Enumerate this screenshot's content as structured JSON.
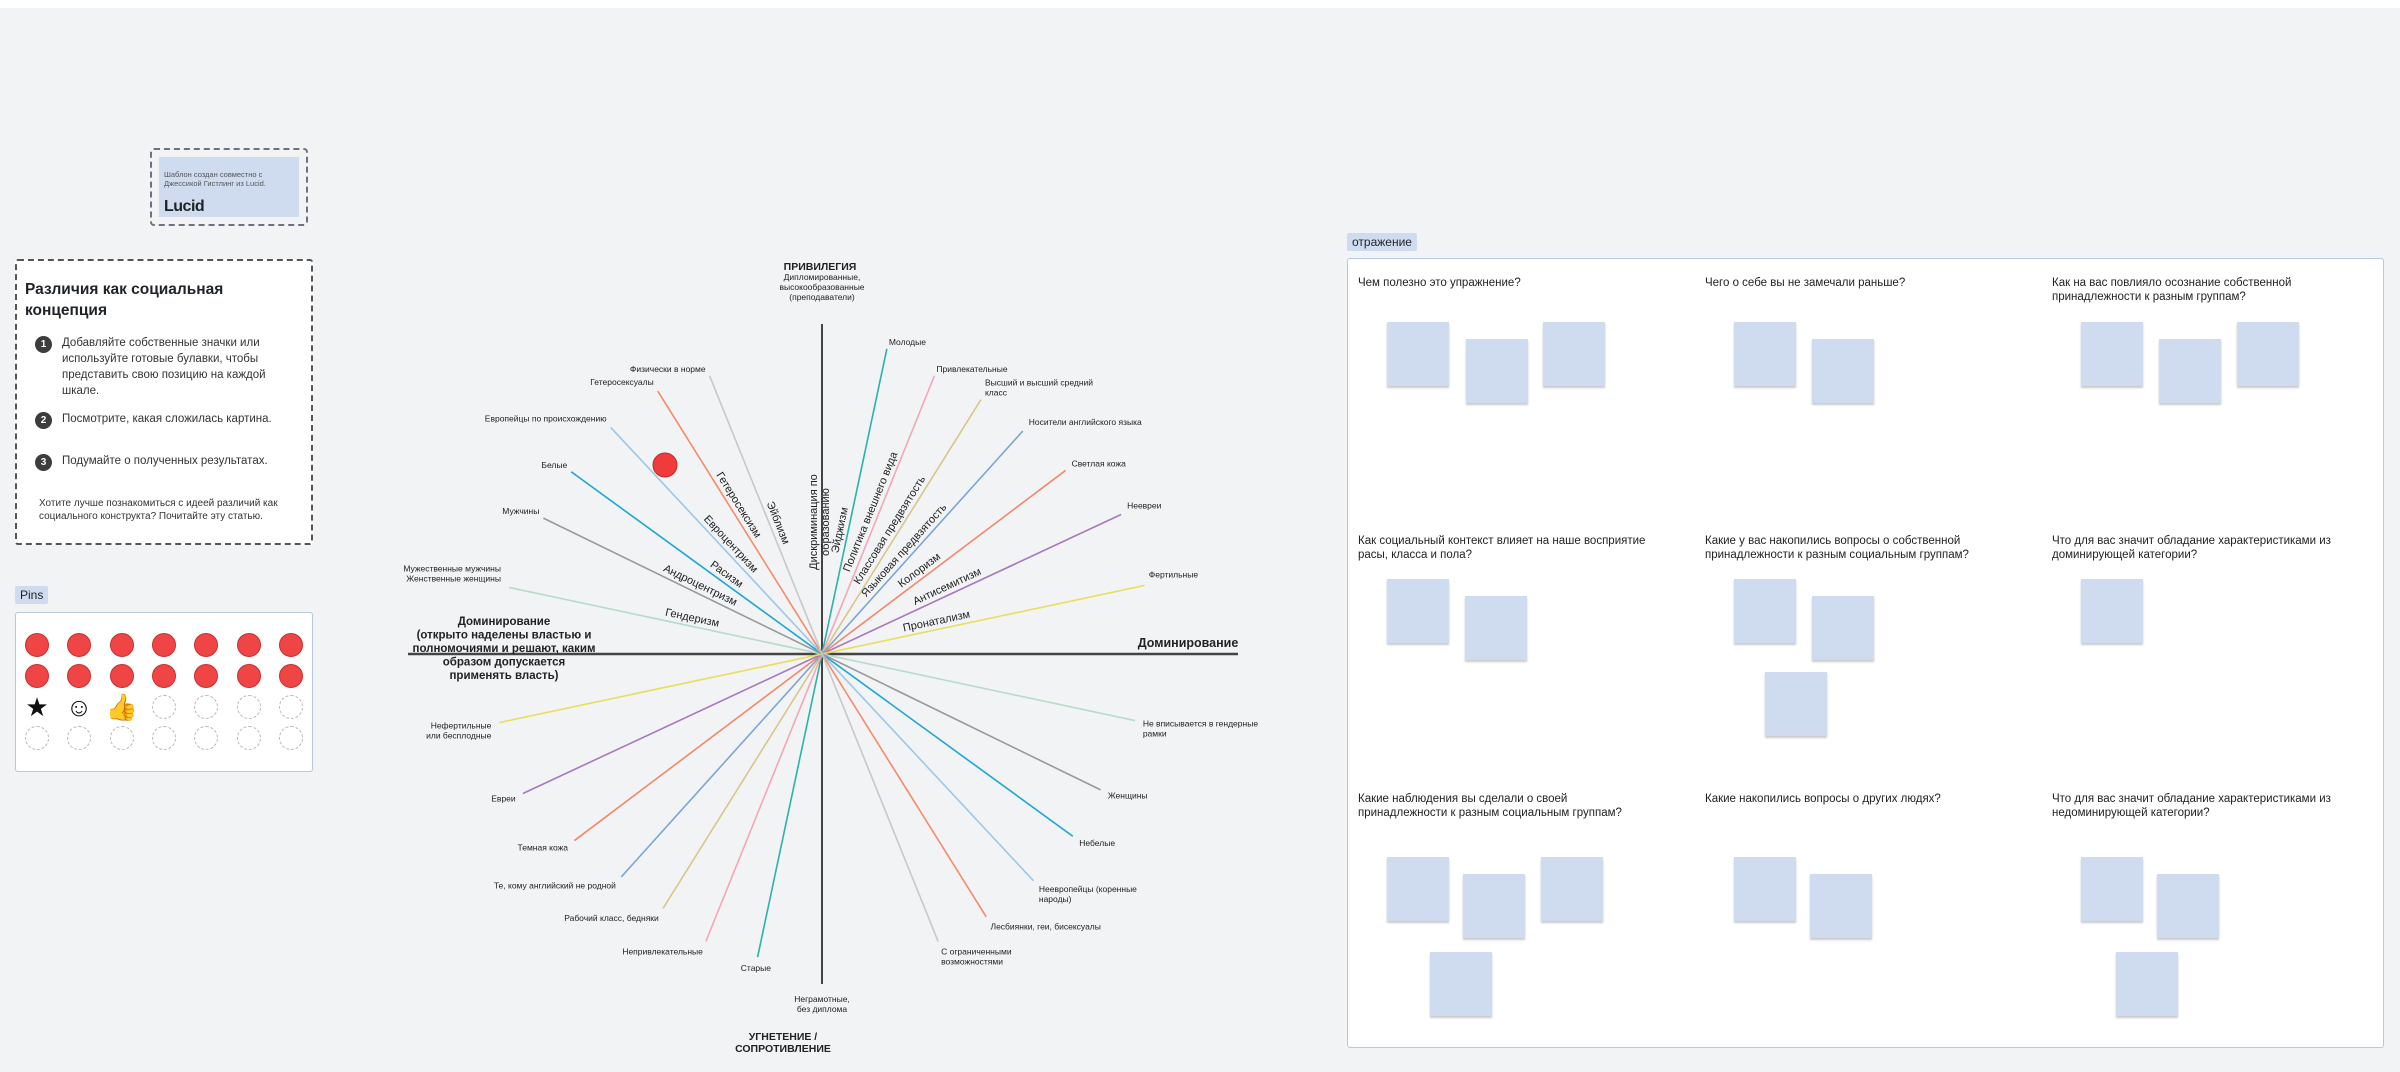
{
  "credit": {
    "text": "Шаблон создан совместно с Джессикой Гистлинг из Lucid.",
    "logo": "Lucid"
  },
  "instructions": {
    "title": "Различия как социальная концепция",
    "steps": [
      {
        "num": "1",
        "text": "Добавляйте собственные значки или используйте готовые булавки, чтобы представить свою позицию на каждой шкале."
      },
      {
        "num": "2",
        "text": "Посмотрите, какая сложилась картина."
      },
      {
        "num": "3",
        "text": "Подумайте о полученных результатах."
      }
    ],
    "footer": "Хотите лучше познакомиться с идеей различий как социального конструкта? Почитайте эту статью."
  },
  "pins": {
    "label": "Pins",
    "icons": [
      "star-icon",
      "smiley-icon",
      "thumbs-up-icon"
    ],
    "pin_color": "#f04545"
  },
  "chart": {
    "top_label": "ПРИВИЛЕГИЯ",
    "bottom_label": "УГНЕТЕНИЕ /\nСОПРОТИВЛЕНИЕ",
    "left_label": "Доминирование\n(открыто наделены властью и\nполномочиями и решают, каким\nобразом допускается\nприменять власть)",
    "right_label": "Доминирование",
    "marker_color": "#ef3b3b",
    "axes": [
      {
        "top": "Дипломированные,\nвысокообразованные\n(преподаватели)",
        "bottom": "Неграмотные,\nбез диплома",
        "ism": "Дискриминация по\nобразованию",
        "color": "#444444"
      },
      {
        "top": "Молодые",
        "bottom": "Старые",
        "ism": "Эйджизм",
        "color": "#2ab3a6"
      },
      {
        "top": "Привлекательные",
        "bottom": "Непривлекательные",
        "ism": "Политика внешнего вида",
        "color": "#f5a6b5"
      },
      {
        "top": "Высший и высший средний\nкласс",
        "bottom": "Рабочий класс, бедняки",
        "ism": "Классовая предвзятость",
        "color": "#d9c48a"
      },
      {
        "top": "Носители английского языка",
        "bottom": "Те, кому английский не родной",
        "ism": "Языковая предвзятость",
        "color": "#7aa5d9"
      },
      {
        "top": "Светлая кожа",
        "bottom": "Темная кожа",
        "ism": "Колоризм",
        "color": "#f5866a"
      },
      {
        "top": "Неевреи",
        "bottom": "Евреи",
        "ism": "Антисемитизм",
        "color": "#a678c0"
      },
      {
        "top": "Фертильные",
        "bottom": "Нефертильные\nили бесплодные",
        "ism": "Пронатализм",
        "color": "#e8de5c"
      },
      {
        "top": "Мужественные мужчины\nЖенственные женщины",
        "bottom": "Не вписывается в гендерные\nрамки",
        "ism": "Гендеризм",
        "color": "#b7dbc8"
      },
      {
        "top": "Мужчины",
        "bottom": "Женщины",
        "ism": "Андроцентризм",
        "color": "#999999"
      },
      {
        "top": "Белые",
        "bottom": "Небелые",
        "ism": "Расизм",
        "color": "#1aa7d4"
      },
      {
        "top": "Европейцы по происхождению",
        "bottom": "Неевропейцы (коренные\nнароды)",
        "ism": "Евроцентризм",
        "color": "#9cc7e8"
      },
      {
        "top": "Гетеросексуалы",
        "bottom": "Лесбиянки, геи, бисексуалы",
        "ism": "Гетеросексизм",
        "color": "#f58a6a"
      },
      {
        "top": "Физически в норме",
        "bottom": "С ограниченными\nвозможностями",
        "ism": "Эйблизм",
        "color": "#c8c8c8"
      }
    ]
  },
  "reflection": {
    "label": "отражение",
    "questions": [
      "Чем полезно это упражнение?",
      "Чего о себе вы не замечали раньше?",
      "Как на вас повлияло осознание собственной принадлежности к разным группам?",
      "Как социальный контекст влияет на наше восприятие расы, класса и пола?",
      "Какие у вас накопились вопросы о собственной принадлежности к разным социальным группам?",
      "Что для вас значит обладание характеристиками из доминирующей категории?",
      "Какие наблюдения вы сделали о своей принадлежности к разным социальным группам?",
      "Какие накопились вопросы о других людях?",
      "Что для вас значит обладание характеристиками из недоминирующей категории?"
    ],
    "note_color": "#cfdcf0"
  }
}
